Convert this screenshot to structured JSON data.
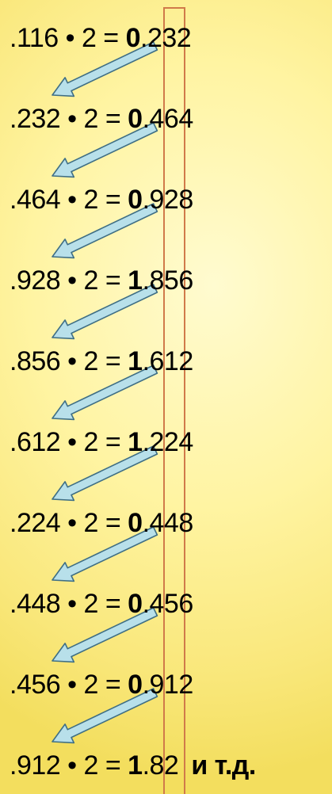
{
  "rows": [
    {
      "left": ".116",
      "op": " • 2 = ",
      "digit": "0",
      "right": ".232",
      "suffix": ""
    },
    {
      "left": ".232",
      "op": " • 2 = ",
      "digit": "0",
      "right": ".464",
      "suffix": ""
    },
    {
      "left": ".464",
      "op": " • 2 = ",
      "digit": "0",
      "right": ".928",
      "suffix": ""
    },
    {
      "left": ".928",
      "op": " • 2 = ",
      "digit": "1",
      "right": ".856",
      "suffix": ""
    },
    {
      "left": ".856",
      "op": " • 2 = ",
      "digit": "1",
      "right": ".612",
      "suffix": ""
    },
    {
      "left": ".612",
      "op": " • 2 = ",
      "digit": "1",
      "right": ".224",
      "suffix": ""
    },
    {
      "left": ".224",
      "op": " • 2 = ",
      "digit": "0",
      "right": ".448",
      "suffix": ""
    },
    {
      "left": ".448",
      "op": " • 2 = ",
      "digit": "0",
      "right": ".456",
      "suffix": ""
    },
    {
      "left": ".456",
      "op": " • 2 = ",
      "digit": "0",
      "right": ".912",
      "suffix": ""
    },
    {
      "left": ".912",
      "op": " • 2 = ",
      "digit": "1",
      "right": ".82",
      "suffix": "и т.д."
    }
  ],
  "colors": {
    "arrow_fill": "#b8e0ea",
    "arrow_stroke": "#3f6f85",
    "column_border": "#d07a4a",
    "text": "#000000"
  }
}
